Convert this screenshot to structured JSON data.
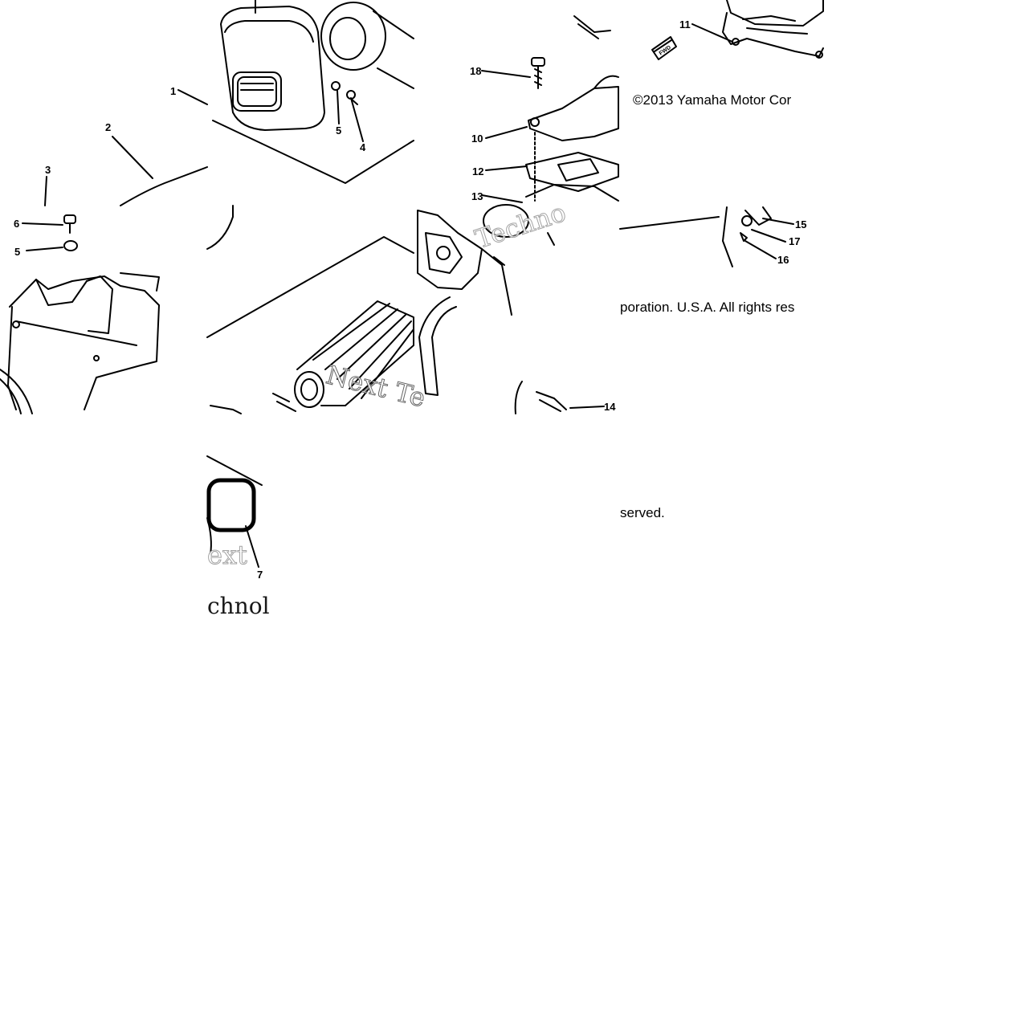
{
  "diagram": {
    "part_numbers": [
      "1",
      "2",
      "3",
      "4",
      "5",
      "5",
      "6",
      "7",
      "10",
      "11",
      "12",
      "13",
      "14",
      "15",
      "16",
      "17",
      "18"
    ],
    "copyright_fragments": [
      "©2013 Yamaha Motor Cor",
      "poration. U.S.A. All rights res",
      "served."
    ],
    "watermark_fragments": [
      "Techno",
      "Next Te",
      "ext",
      "chnol"
    ],
    "labels": {
      "fwd": "FWD"
    }
  }
}
